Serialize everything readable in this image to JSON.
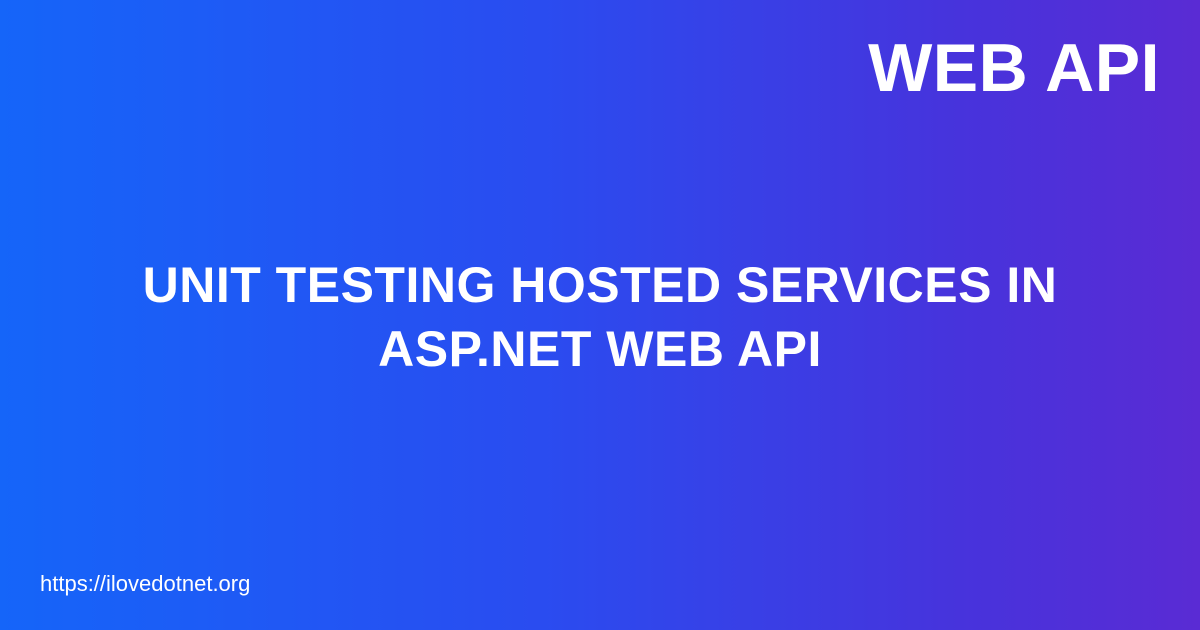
{
  "category": "WEB API",
  "title": {
    "line1": "UNIT TESTING HOSTED SERVICES IN",
    "line2": "ASP.NET WEB API"
  },
  "site_url": "https://ilovedotnet.org",
  "colors": {
    "gradient_start": "#1565f9",
    "gradient_end": "#5a2bd4",
    "text": "#ffffff"
  }
}
